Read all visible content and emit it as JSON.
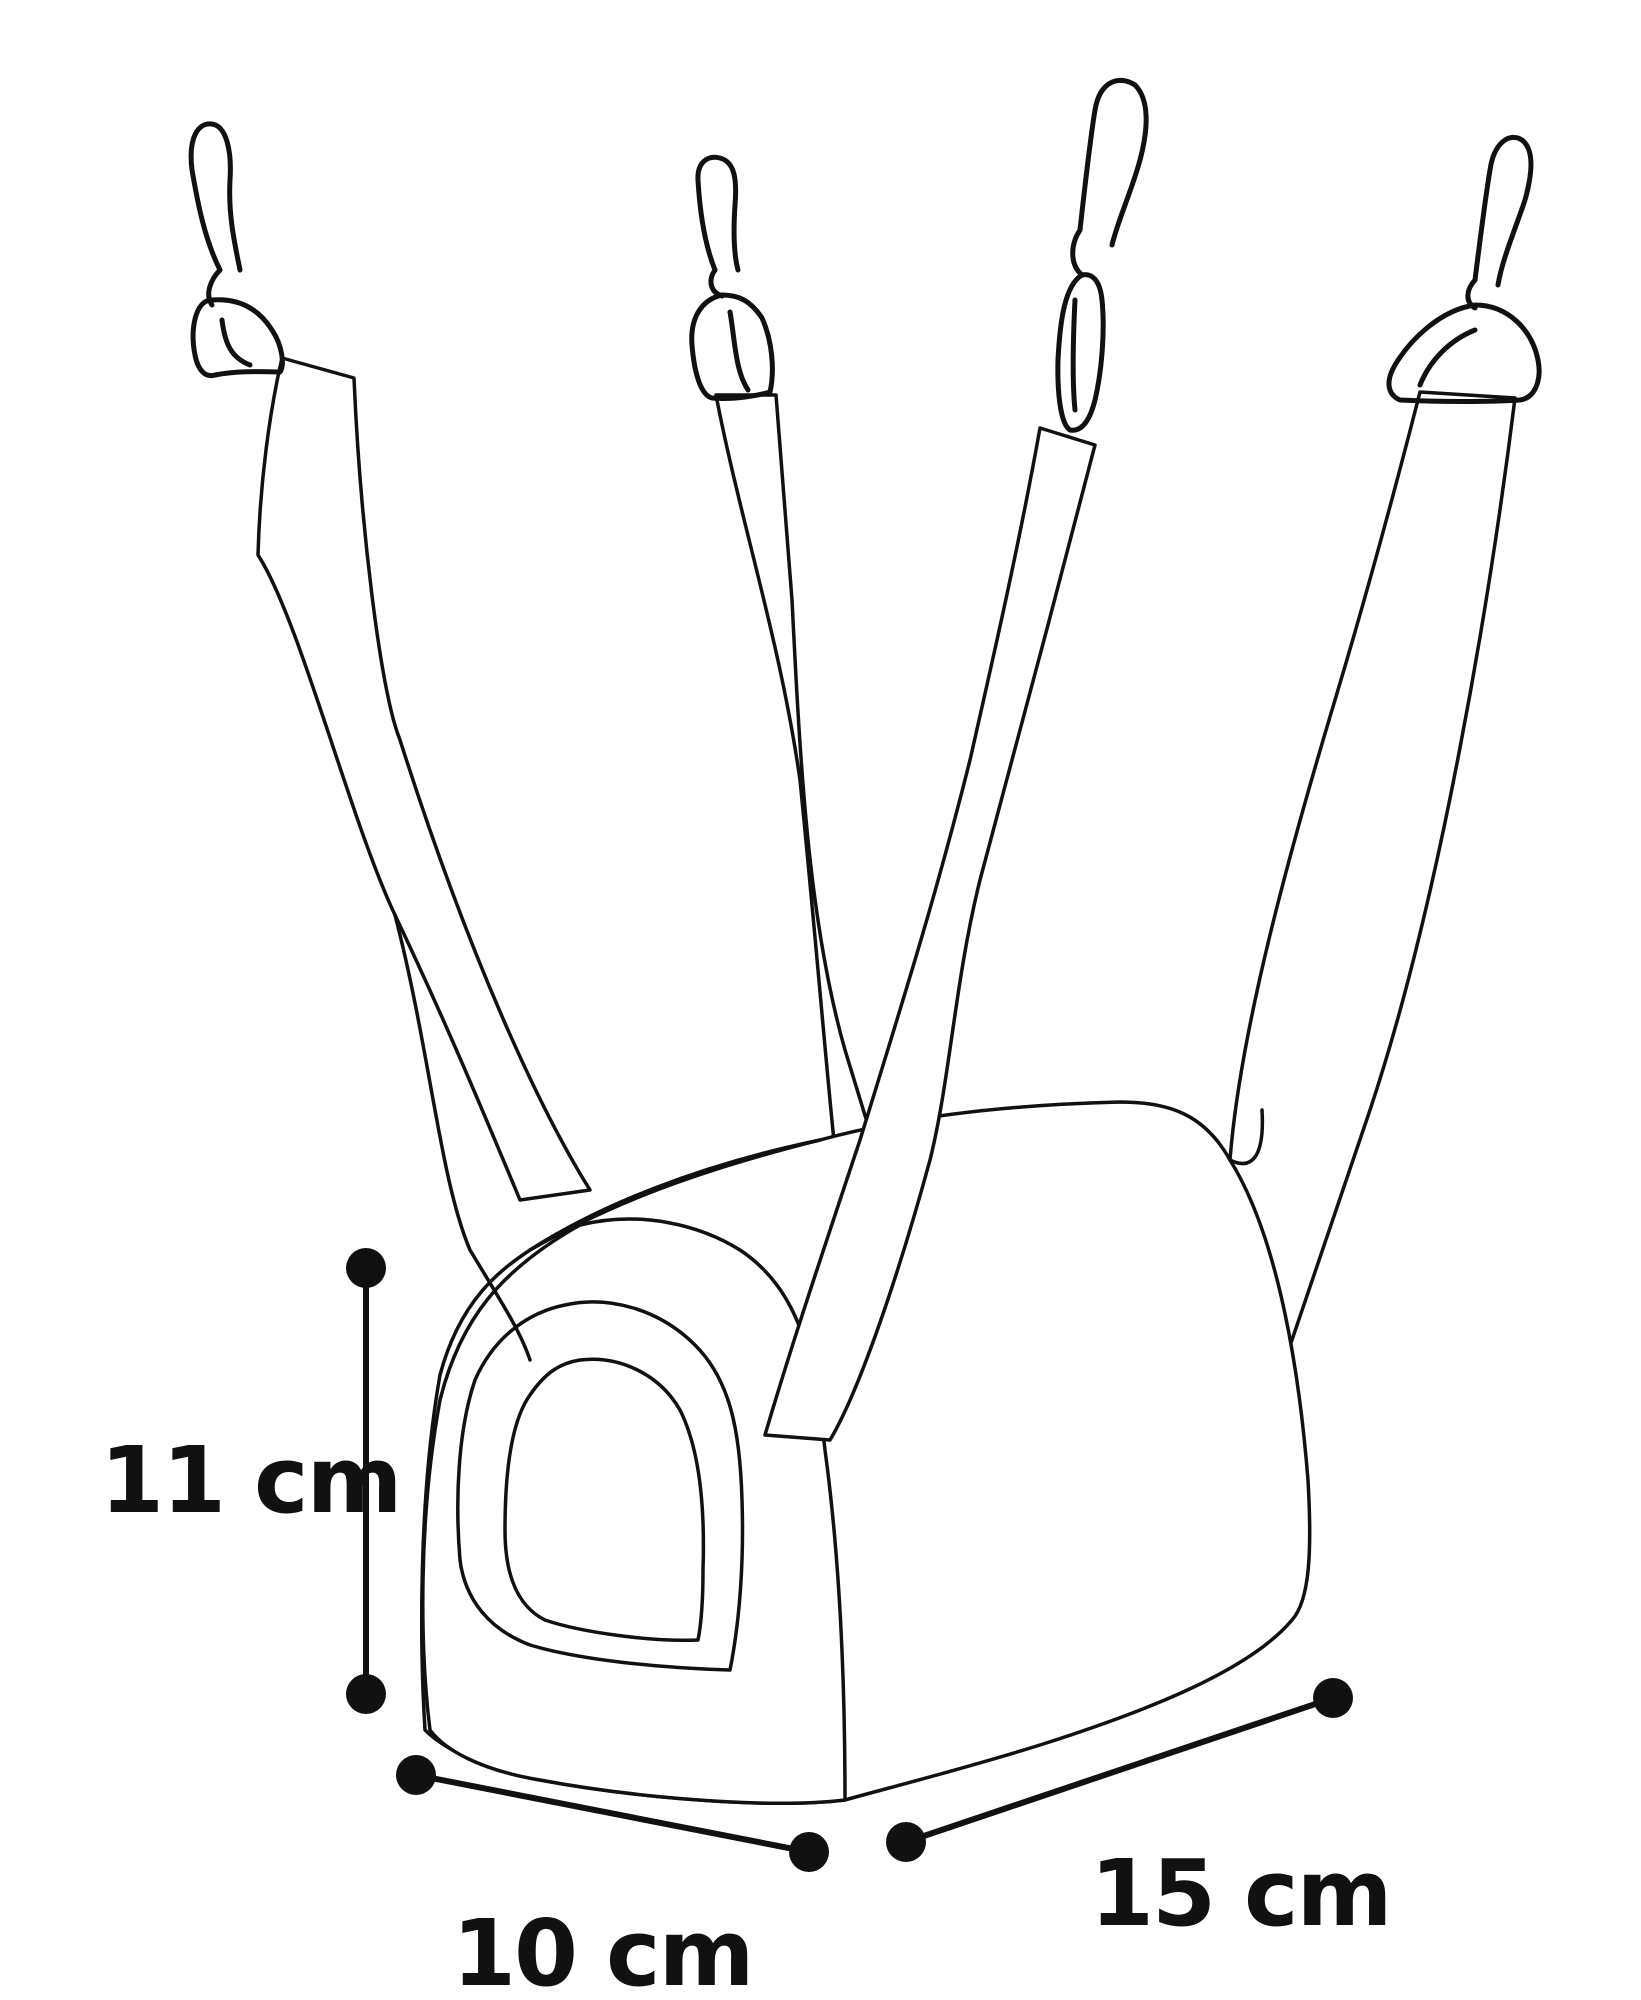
{
  "dimensions": {
    "height_label": "11 cm",
    "width_label": "10 cm",
    "depth_label": "15 cm"
  },
  "colors": {
    "stroke": "#111111",
    "background": "#ffffff"
  }
}
